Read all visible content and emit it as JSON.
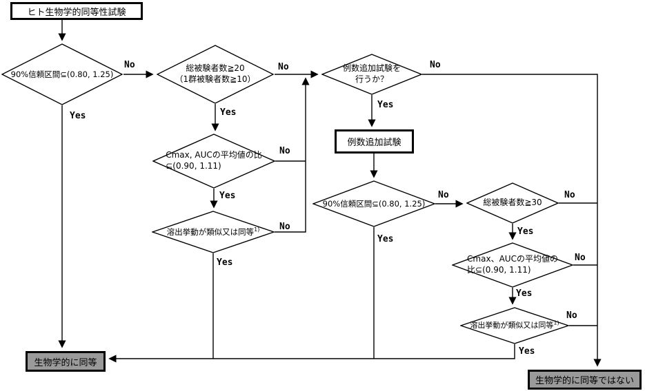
{
  "labels": {
    "yes": "Yes",
    "no": "No"
  },
  "nodes": {
    "start": {
      "text": "ヒト生物学的同等性試験"
    },
    "ci90_first": {
      "text": "90%信頼区間⊆(0.80, 1.25)"
    },
    "subjects20": {
      "line1": "総被験者数≧20",
      "line2": "（1群被験者数≧10）"
    },
    "cmax_first": {
      "line1": "Cmax, AUCの平均値の比",
      "line2": "⊆(0.90, 1.11)"
    },
    "dissolution_first": {
      "text": "溶出挙動が類似又は同等",
      "sup": "1)"
    },
    "additional_question": {
      "line1": "例数追加試験を",
      "line2": "行うか？"
    },
    "additional_test": {
      "text": "例数追加試験"
    },
    "ci90_second": {
      "text": "90%信頼区間⊆(0.80, 1.25)"
    },
    "subjects30": {
      "text": "総被験者数≧30"
    },
    "cmax_second": {
      "line1": "Cmax、AUCの平均値の",
      "line2": "比⊆(0.90, 1.11)"
    },
    "dissolution_second": {
      "text": "溶出挙動が類似又は同等",
      "sup": "1)"
    },
    "equivalent": {
      "text": "生物学的に同等"
    },
    "not_equivalent": {
      "text": "生物学的に同等ではない"
    }
  },
  "colors": {
    "line": "#000000",
    "result_fill": "#9a9a9a",
    "background": "#ffffff"
  }
}
